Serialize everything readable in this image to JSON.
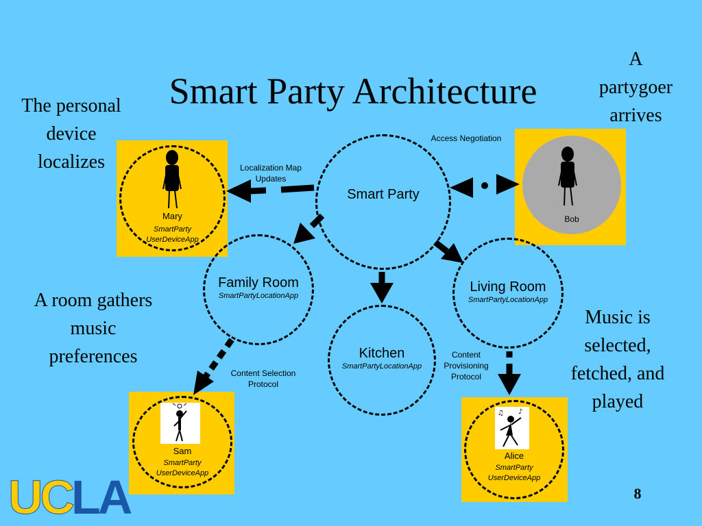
{
  "title": "Smart Party Architecture",
  "notes": {
    "top_left": [
      "The personal",
      "device",
      "localizes"
    ],
    "top_right": [
      "A",
      "partygoer",
      "arrives"
    ],
    "mid_left": [
      "A room gathers",
      "music",
      "preferences"
    ],
    "mid_right": [
      "Music is",
      "selected,",
      "fetched, and",
      "played"
    ]
  },
  "nodes": {
    "smart_party": {
      "name": "Smart Party"
    },
    "family_room": {
      "name": "Family Room",
      "app": "SmartPartyLocationApp"
    },
    "living_room": {
      "name": "Living Room",
      "app": "SmartPartyLocationApp"
    },
    "kitchen": {
      "name": "Kitchen",
      "app": "SmartPartyLocationApp"
    }
  },
  "users": {
    "mary": {
      "name": "Mary",
      "app_line1": "SmartParty",
      "app_line2": "UserDeviceApp"
    },
    "bob": {
      "name": "Bob"
    },
    "sam": {
      "name": "Sam",
      "app_line1": "SmartParty",
      "app_line2": "UserDeviceApp"
    },
    "alice": {
      "name": "Alice",
      "app_line1": "SmartParty",
      "app_line2": "UserDeviceApp"
    }
  },
  "protocols": {
    "localization_line1": "Localization Map",
    "localization_line2": "Updates",
    "access": "Access Negotiation",
    "content_selection_line1": "Content Selection",
    "content_selection_line2": "Protocol",
    "content_provisioning_line1": "Content",
    "content_provisioning_line2": "Provisioning",
    "content_provisioning_line3": "Protocol"
  },
  "logo": "UCLA",
  "page_number": "8",
  "colors": {
    "background": "#66ccff",
    "box": "#ffcc00",
    "bob_circle": "#aaaaaa",
    "logo_blue": "#1a57a8",
    "logo_gold": "#ffcc00"
  }
}
